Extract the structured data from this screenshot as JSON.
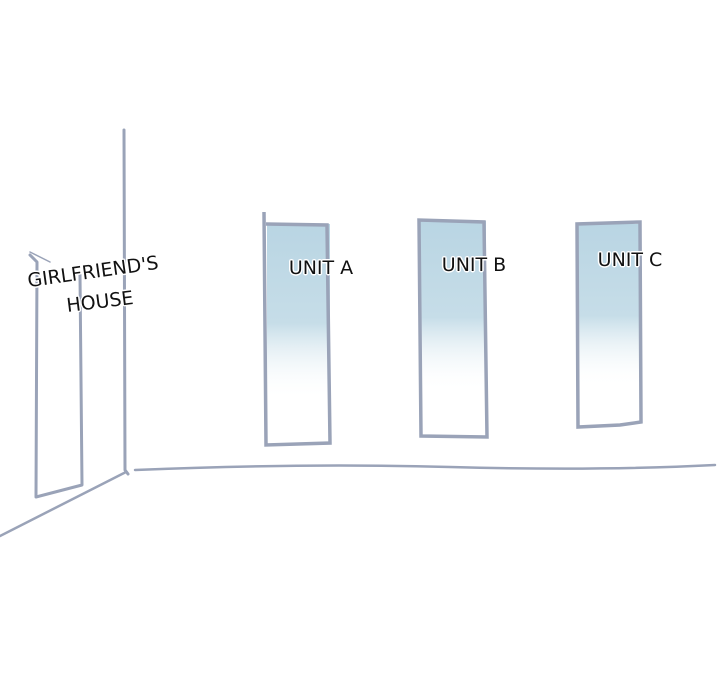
{
  "labels": {
    "girlfriends_house_line1": "GIRLFRIEND'S",
    "girlfriends_house_line2": "HOUSE",
    "unit_a": "UNIT A",
    "unit_b": "UNIT B",
    "unit_c": "UNIT C"
  },
  "colors": {
    "line": "#9aa3b8",
    "window_glass": "#b9d5e3",
    "text": "#111111"
  }
}
